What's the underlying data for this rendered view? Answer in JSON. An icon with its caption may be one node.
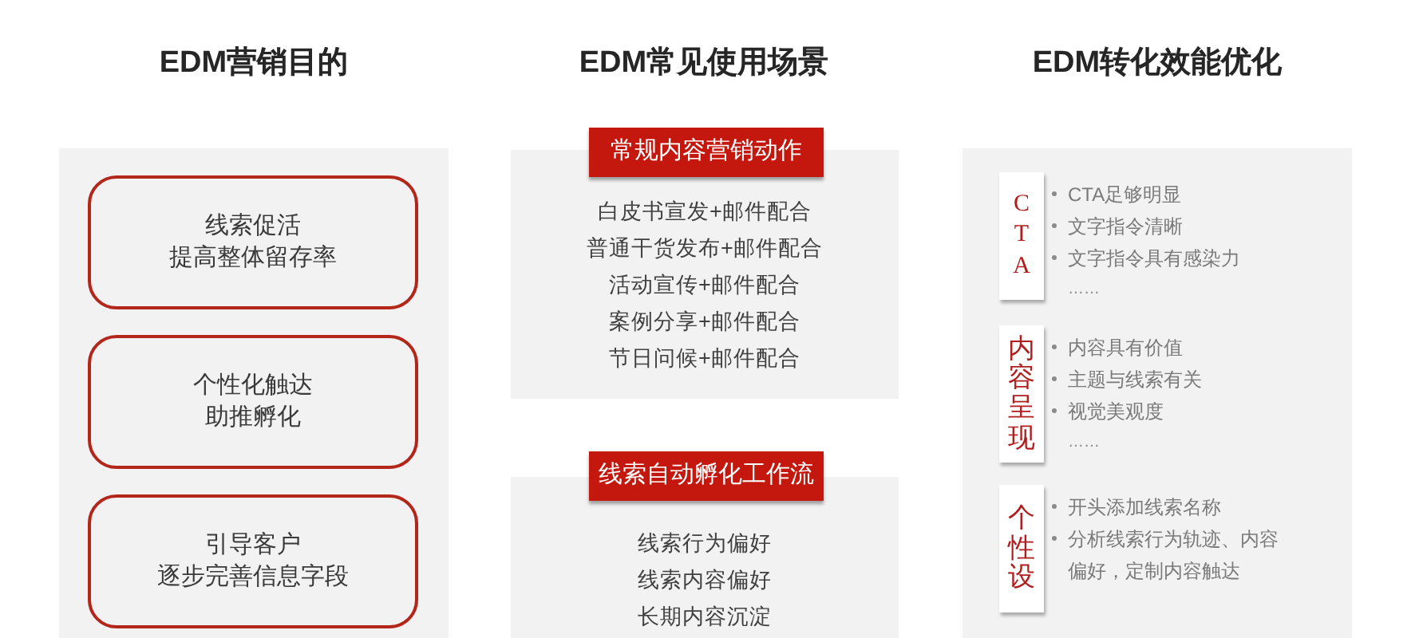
{
  "diagram": {
    "nodes": [
      {
        "text": [
          "EDM营销目的"
        ]
      },
      {
        "text": [
          "线索促活",
          "提高整体留存率"
        ],
        "in": 0
      },
      {
        "text": [
          "个性化触达",
          "助推孵化"
        ],
        "in": 0
      },
      {
        "text": [
          "引导客户",
          "逐步完善信息字段"
        ],
        "in": 0
      },
      {
        "text": [
          "常规内容营销动作"
        ]
      },
      {
        "text": [
          "白皮书宣发+邮件配合",
          "普通干货发布+邮件配合",
          "活动宣传+邮件配合",
          "案例分享+邮件配合",
          "节日问候+邮件配合"
        ]
      },
      {
        "text": [
          "线索自动孵化工作流"
        ]
      },
      {
        "text": [
          "线索行为偏好",
          "线索内容偏好",
          "长期内容沉淀"
        ]
      },
      {
        "text": [
          "EDM转化效能优化"
        ]
      },
      {
        "text": [
          "CTA"
        ],
        "in": 8,
        "beside": [
          "CTA足够明显",
          "文字指令清晰",
          "文字指令具有感染力",
          "……"
        ]
      },
      {
        "text": [
          "内容呈现"
        ],
        "in": 8,
        "beside": [
          "内容具有价值",
          "主题与线索有关",
          "视觉美观度",
          "……"
        ]
      },
      {
        "text": [
          "个性设"
        ],
        "in": 8,
        "beside": [
          "开头添加线索名称",
          "分析线索行为轨迹、内容偏好，定制内容触达"
        ]
      }
    ],
    "labels": [
      "EDM常见使用场景"
    ]
  }
}
